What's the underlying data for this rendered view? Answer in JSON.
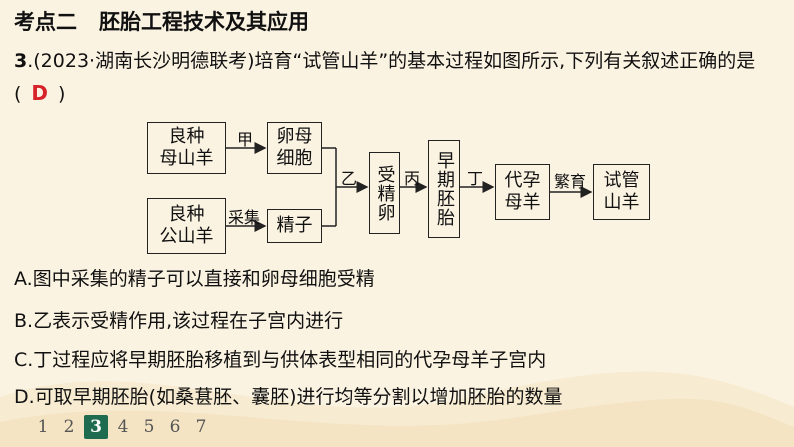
{
  "heading": {
    "part1": "考点二",
    "part2": "胚胎工程技术及其应用"
  },
  "question": {
    "number": "3",
    "text_before": ".(2023·湖南长沙明德联考)培育“试管山羊”的基本过程如图所示,下列有关叙述正确的是(",
    "answer": "D",
    "text_after": ")"
  },
  "diagram": {
    "boxes": {
      "female_sheep": "良种\n母山羊",
      "oocyte": "卵母\n细胞",
      "male_sheep": "良种\n公山羊",
      "sperm": "精子",
      "fertilized_egg": "受精卵",
      "early_embryo": "早期胚胎",
      "surrogate": "代孕\n母羊",
      "test_tube_sheep": "试管\n山羊"
    },
    "labels": {
      "jia": "甲",
      "caiji": "采集",
      "yi": "乙",
      "bing": "丙",
      "ding": "丁",
      "fanyu": "繁育"
    }
  },
  "options": [
    "A.图中采集的精子可以直接和卵母细胞受精",
    "B.乙表示受精作用,该过程在子宫内进行",
    "C.丁过程应将早期胚胎移植到与供体表型相同的代孕母羊子宫内",
    "D.可取早期胚胎(如桑葚胚、囊胚)进行均等分割以增加胚胎的数量"
  ],
  "pagination": {
    "pages": [
      "1",
      "2",
      "3",
      "4",
      "5",
      "6",
      "7"
    ],
    "current": "3"
  },
  "colors": {
    "background": "#fbf3e2",
    "answer": "#d6232a",
    "active_page": "#1f6b50"
  }
}
